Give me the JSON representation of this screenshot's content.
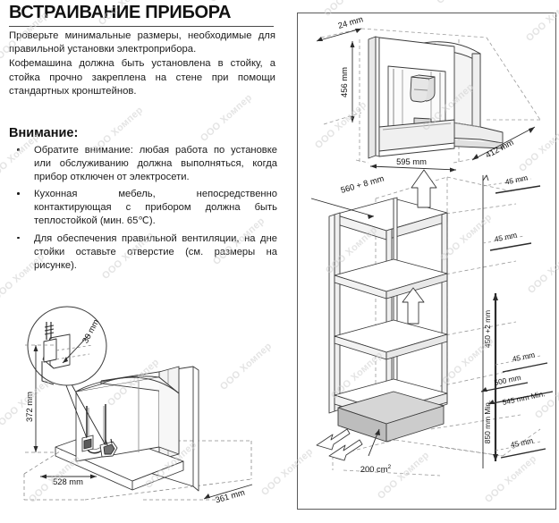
{
  "document": {
    "title": "ВСТРАИВАНИЕ ПРИБОРА",
    "intro": [
      "Проверьте минимальные размеры, необходимые для правильной установки электроприбора.",
      "Кофемашина должна быть установлена в стойку, а стойка прочно закреплена на стене при помощи стандартных кронштейнов."
    ],
    "warning_heading": "Внимание:",
    "warning_items": [
      "Обратите внимание: любая работа по установке или обслуживанию должна выполняться, когда прибор отключен от электросети.",
      "Кухонная мебель, непосредственно контактирующая с прибором должна быть теплостойкой (мин. 65℃).",
      "Для обеспечения правильной вентиляции, на дне стойки оставьте отверстие (см. размеры на рисунке)."
    ],
    "watermark": "ООО Хомпер"
  },
  "figures": {
    "appliance": {
      "name": "coffee-machine-dimensions",
      "dimensions": {
        "depth_flange": "24 mm",
        "height": "456 mm",
        "width": "595 mm",
        "depth": "412 mm"
      }
    },
    "cabinet": {
      "name": "cabinet-niche-dimensions",
      "dimensions": {
        "niche_width": "560 + 8 mm",
        "vent_area": "200 cm",
        "vent_area_sup": "2",
        "clearance_top": "45 mm",
        "clearance_second": "45 mm",
        "clearance_third": "45 mm",
        "clearance_bottom": "45 mm",
        "depth_500": "500 mm",
        "depth_545": "545 mm Min.",
        "height_450": "450 +2 mm",
        "height_850": "850 mm Min."
      }
    },
    "installation": {
      "name": "appliance-installation-dimensions",
      "dimensions": {
        "height": "372 mm",
        "width": "528 mm",
        "depth": "361 mm",
        "plug_clearance": "30 mm"
      }
    }
  },
  "colors": {
    "text": "#1b1b1b",
    "rule": "#4a4a4a",
    "line": "#3a3a3a",
    "shade": "#c9c9c9",
    "watermark": "#cfcfcf"
  }
}
